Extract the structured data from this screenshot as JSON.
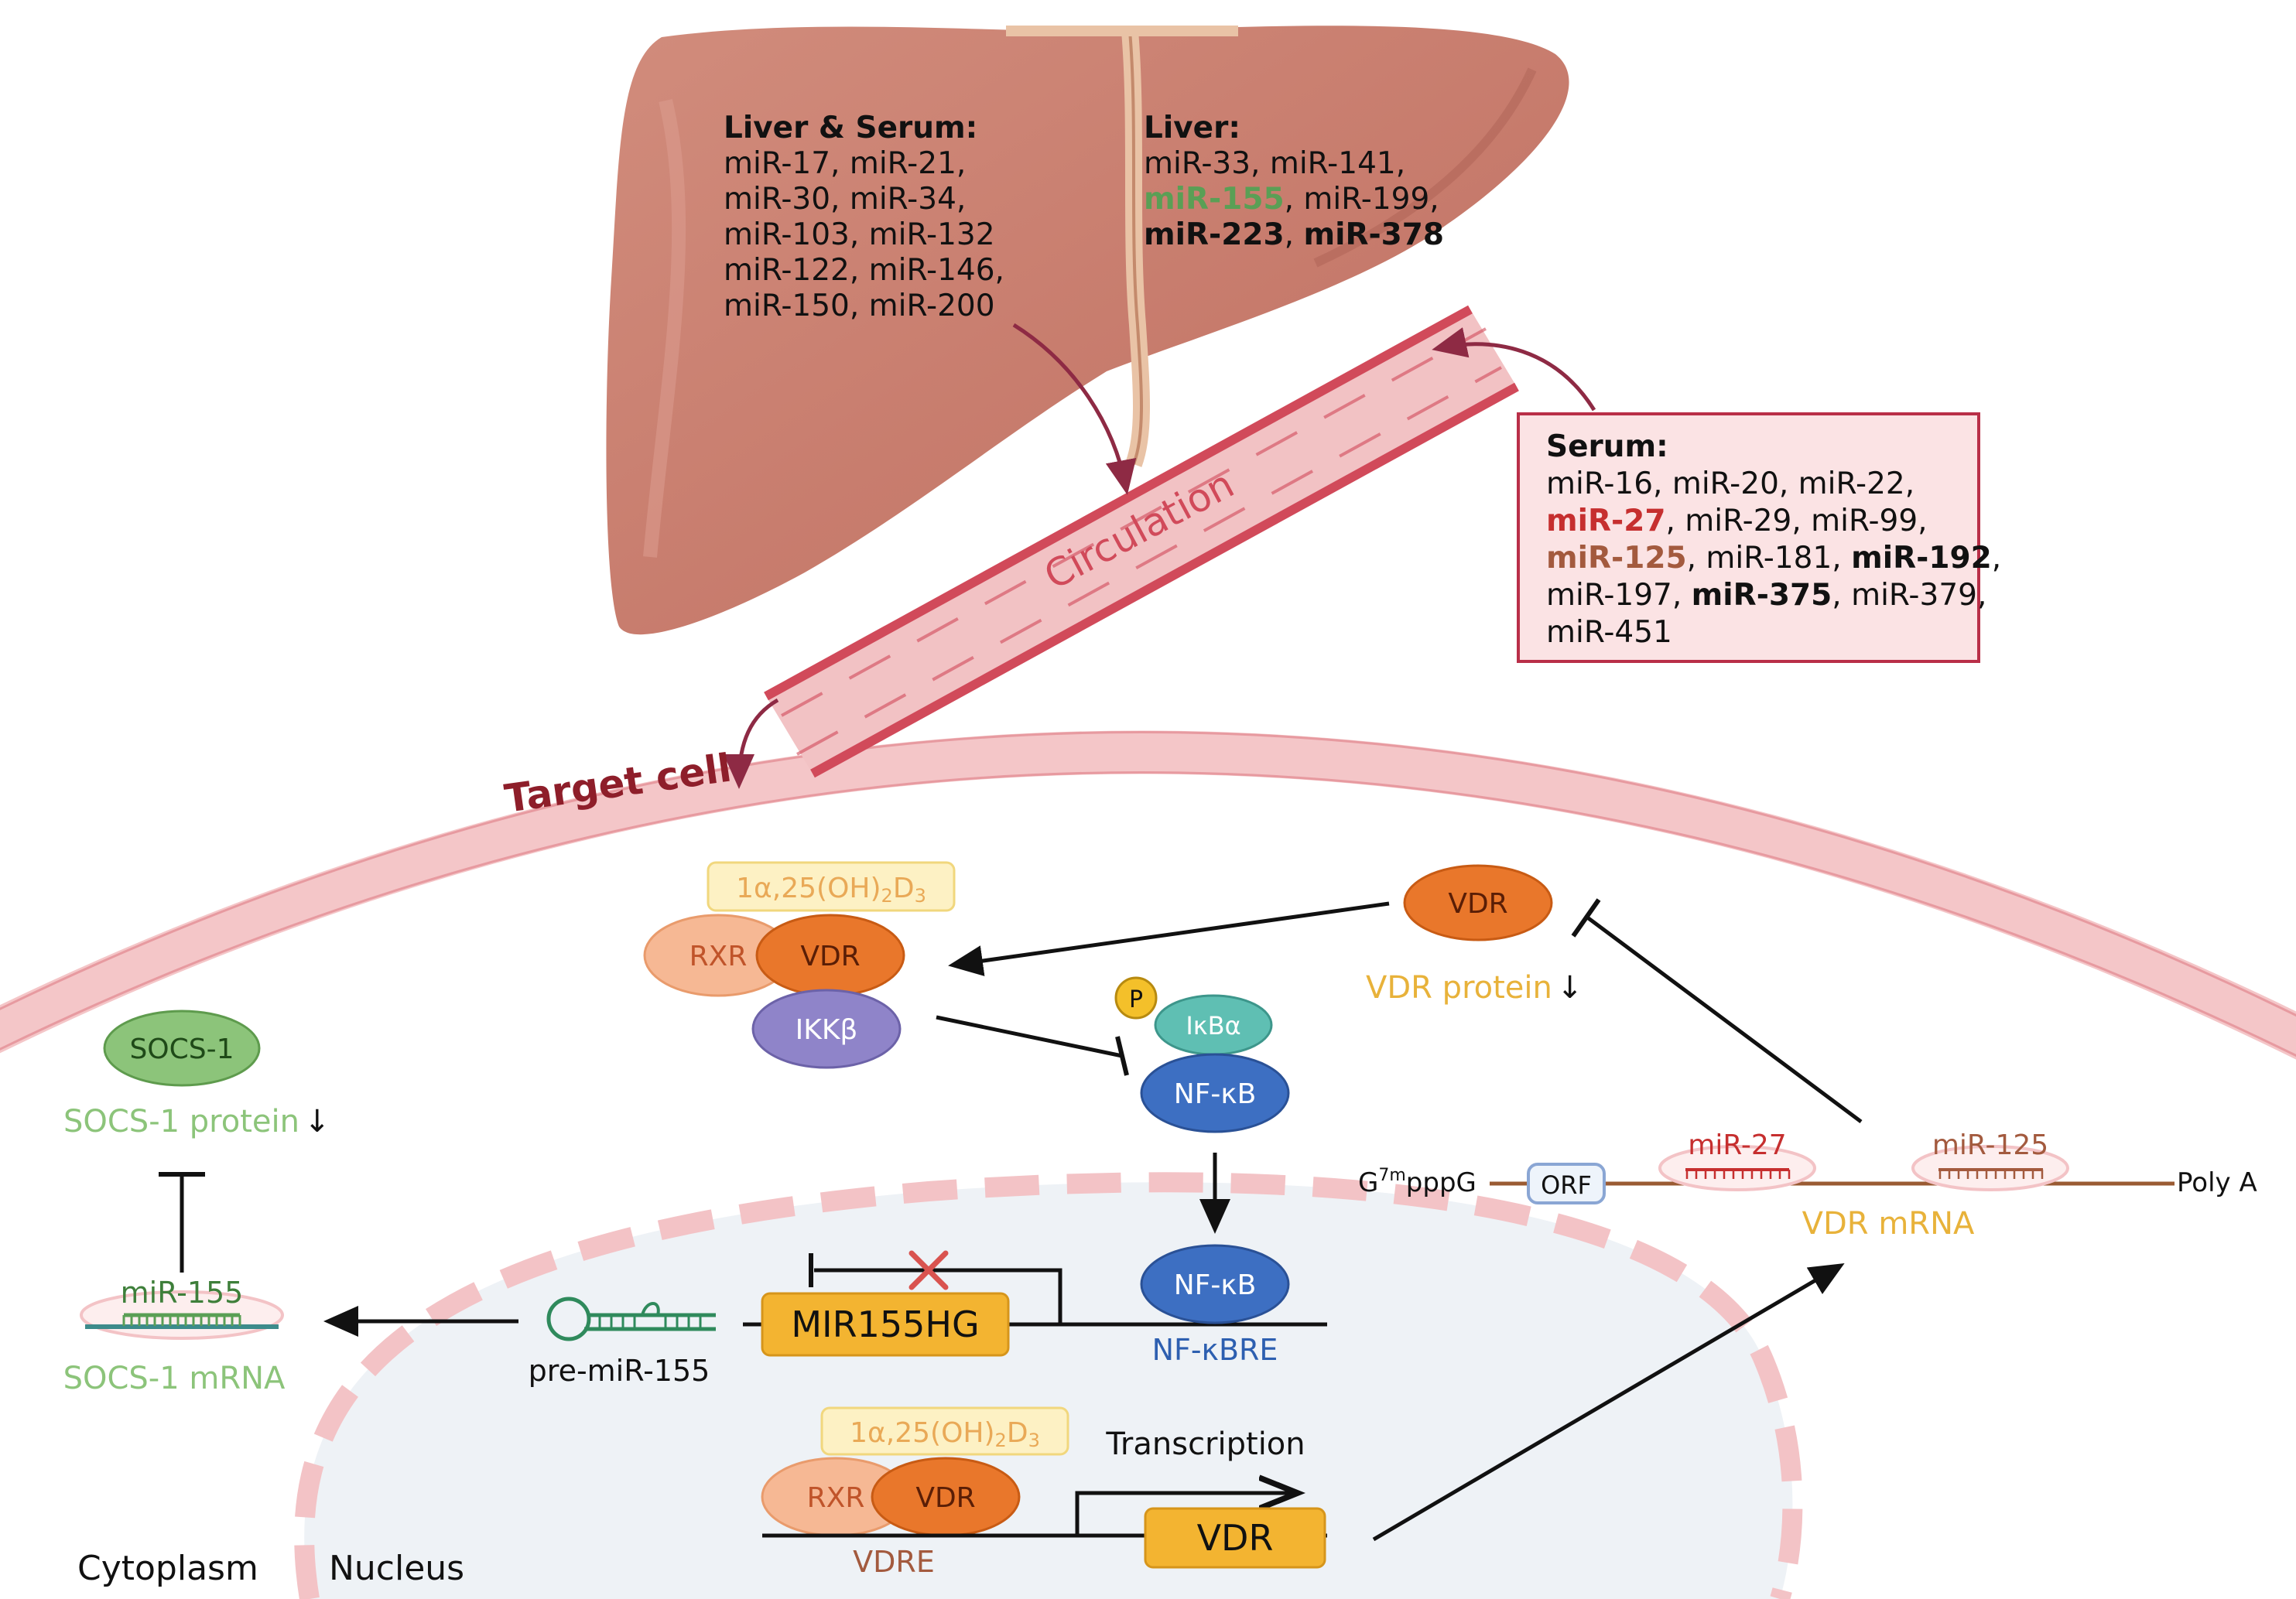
{
  "liver_serum": {
    "heading": "Liver & Serum:",
    "lines": [
      "miR-17, miR-21,",
      "miR-30, miR-34,",
      "miR-103, miR-132",
      "miR-122, miR-146,",
      "miR-150, miR-200"
    ]
  },
  "liver": {
    "heading": "Liver:",
    "line1": "miR-33, miR-141,",
    "line2_highlight": "miR-155",
    "line2_rest": ", miR-199,",
    "line3_a": "miR-223",
    "line3_sep": ", ",
    "line3_b": "miR-378"
  },
  "serum": {
    "heading": "Serum:",
    "line1": "miR-16, miR-20, miR-22,",
    "line2_highlight": "miR-27",
    "line2_rest": ", miR-29, miR-99,",
    "line3_highlight": "miR-125",
    "line3_mid": ", miR-181, ",
    "line3_bold": "miR-192",
    "line3_end": ",",
    "line4_a": "miR-197, ",
    "line4_bold": "miR-375",
    "line4_rest": ", miR-379,",
    "line5": "miR-451"
  },
  "circulation": "Circulation",
  "target_cell": "Target cell",
  "complex_top": {
    "ligand_main": "1α,25(OH)",
    "ligand_sub1": "2",
    "ligand_mid": "D",
    "ligand_sub2": "3",
    "rxr": "RXR",
    "vdr": "VDR",
    "ikkb": "IKKβ"
  },
  "phospho": "P",
  "ikba": "IκBα",
  "nfkb_cyto": "NF-κB",
  "nfkb_nuc": "NF-κB",
  "nfkbre": "NF-κBRE",
  "vdr_protein": {
    "oval": "VDR",
    "label": "VDR protein",
    "arrow": "↓"
  },
  "socs_protein": {
    "oval": "SOCS-1",
    "label": "SOCS-1 protein",
    "arrow": "↓"
  },
  "mir155_label": "miR-155",
  "socs_mrna": "SOCS-1 mRNA",
  "pre_mir155": "pre-miR-155",
  "mir155hg": "MIR155HG",
  "vdr_mrna": {
    "cap_main": "G",
    "cap_sup": "7m",
    "cap_rest": "pppG",
    "orf": "ORF",
    "mir27": "miR-27",
    "mir125": "miR-125",
    "polya": "Poly A",
    "label": "VDR mRNA"
  },
  "complex_bottom": {
    "ligand_main": "1α,25(OH)",
    "ligand_sub1": "2",
    "ligand_mid": "D",
    "ligand_sub2": "3",
    "rxr": "RXR",
    "vdr": "VDR"
  },
  "vdre": "VDRE",
  "transcription": "Transcription",
  "vdr_gene": "VDR",
  "cytoplasm": "Cytoplasm",
  "nucleus": "Nucleus",
  "colors": {
    "liver": "#c97c6c",
    "vessel": "#f2c2c4",
    "vessel_edge": "#d14a5a",
    "membrane": "#f4c6c8",
    "nucleus_fill": "#eef2f6",
    "mir_green": "#5a9f55",
    "mir_red": "#c62f2f",
    "mir_brown": "#a35a3e",
    "ligand_text": "#e9a957",
    "vdr_orange": "#e9772b",
    "rxr_peach": "#f6b894",
    "ikkb_purple": "#8f84c9",
    "ikba_teal": "#5fbfb3",
    "nfkb_blue": "#3d6fc2",
    "socs_green": "#8cc47a",
    "gene_yellow": "#f3b431",
    "arrow_maroon": "#8e2a44",
    "dark_red_label": "#8e1e2a",
    "vdr_label_yellow": "#e8b23a",
    "socs_label_green": "#8cc47a",
    "mrna_brown": "#9a5b33",
    "cross_red": "#d9534f"
  }
}
